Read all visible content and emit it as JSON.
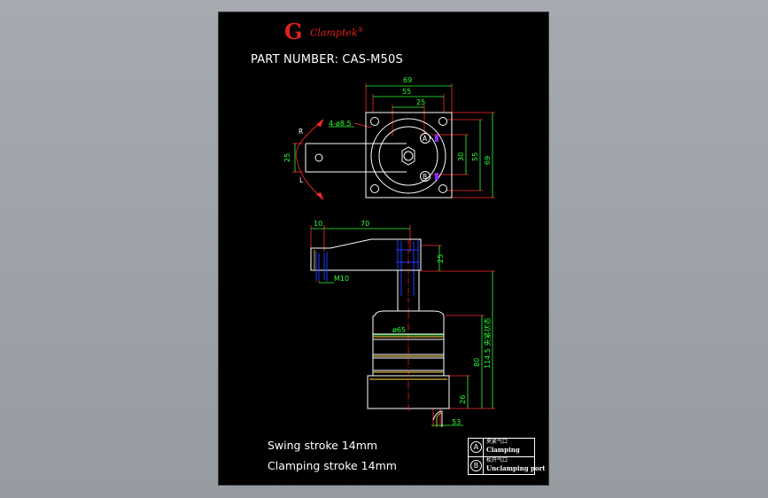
{
  "brand": {
    "logo_letter": "G",
    "name": "Clamptek",
    "mark": "®"
  },
  "part_number": "PART NUMBER:   CAS-M50S",
  "notes": [
    "Swing stroke 14mm",
    "Clamping stroke 14mm"
  ],
  "legend": [
    {
      "key": "A",
      "small": "夹紧气口",
      "label": "Clamping"
    },
    {
      "key": "B",
      "small": "松开气口",
      "label": "Unclamping port"
    }
  ],
  "top_view": {
    "dims": {
      "width_outer": "69",
      "width_mid": "55",
      "width_inner": "25",
      "height_outer": "69",
      "height_mid": "55",
      "height_inner": "30",
      "arm_width": "25",
      "holes": "4-ø8.5"
    },
    "rotation": {
      "right": "R",
      "left": "L"
    },
    "ports": [
      "A",
      "B"
    ]
  },
  "side_view": {
    "dims": {
      "arm_tip": "10",
      "arm_length": "70",
      "arm_height": "25",
      "thread": "M10",
      "body_dia": "ø65",
      "body_height": "80",
      "total_height": "114.5 夹紧状态",
      "base_height": "26",
      "port_offset": "53"
    }
  },
  "colors": {
    "sheet": "#000000",
    "line_main": "#ffffff",
    "dimension": "#2cff37",
    "extension": "#ff2a2a",
    "hidden": "#1f3dff",
    "accent_gold": "#d6b33a",
    "brand": "#e0211d"
  }
}
